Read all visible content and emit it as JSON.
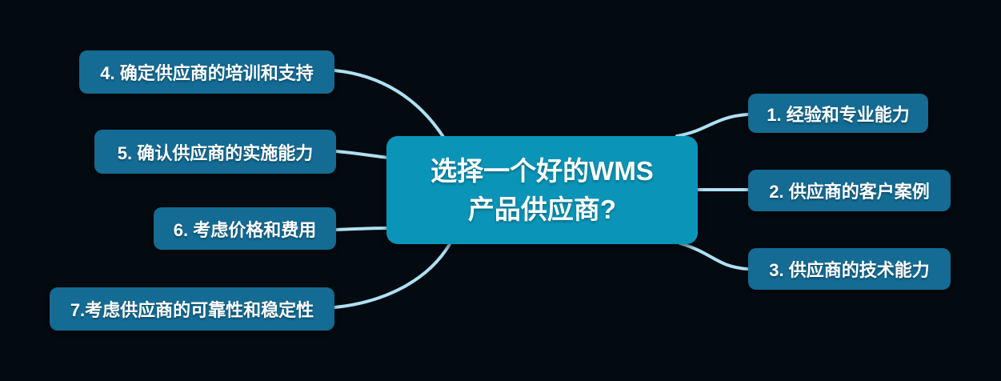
{
  "diagram": {
    "type": "mindmap",
    "central": {
      "label": "选择一个好的WMS\n产品供应商?"
    },
    "branches": [
      {
        "id": "1",
        "side": "right",
        "label": "1. 经验和专业能力"
      },
      {
        "id": "2",
        "side": "right",
        "label": "2. 供应商的客户案例"
      },
      {
        "id": "3",
        "side": "right",
        "label": "3. 供应商的技术能力"
      },
      {
        "id": "4",
        "side": "left",
        "label": "4. 确定供应商的培训和支持"
      },
      {
        "id": "5",
        "side": "left",
        "label": "5. 确认供应商的实施能力"
      },
      {
        "id": "6",
        "side": "left",
        "label": "6. 考虑价格和费用"
      },
      {
        "id": "7",
        "side": "left",
        "label": "7.考虑供应商的可靠性和稳定性"
      }
    ],
    "colors": {
      "background": "#030a10",
      "central_fill": "#0a95b8",
      "branch_fill": "#146b93",
      "connector": "#aee1f3",
      "text": "#ffffff"
    }
  }
}
